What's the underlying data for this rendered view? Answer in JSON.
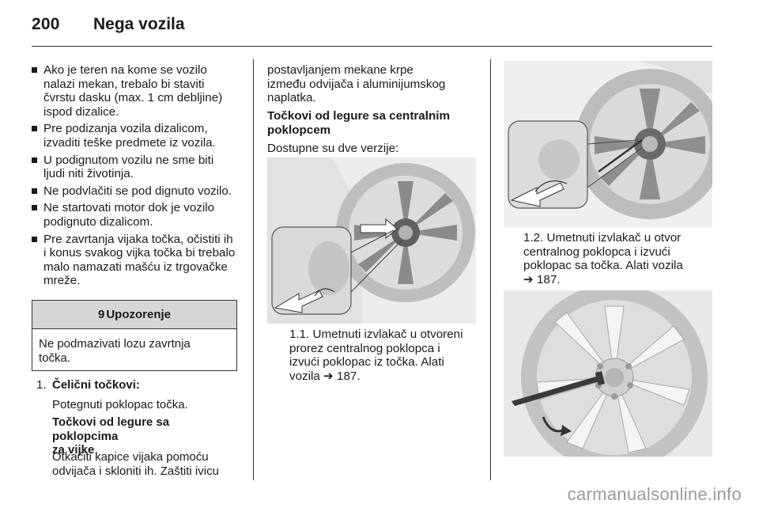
{
  "header": {
    "page_number": "200",
    "title": "Nega vozila"
  },
  "left": {
    "bullets": [
      [
        "Ako je teren na kome se vozilo",
        "nalazi mekan, trebalo bi staviti",
        "čvrstu dasku (max. 1 cm debljine)",
        "ispod dizalice."
      ],
      [
        "Pre podizanja vozila dizalicom,",
        "izvaditi teške predmete iz vozila."
      ],
      [
        "U podignutom vozilu ne sme biti",
        "ljudi niti životinja."
      ],
      [
        "Ne podvlačiti se pod dignuto vozilo."
      ],
      [
        "Ne startovati motor dok je vozilo",
        "podignuto dizalicom."
      ],
      [
        "Pre zavrtanja vijaka točka, očistiti ih",
        "i konus svakog vijka točka bi trebalo",
        "malo namazati mašću iz trgovačke",
        "mreže."
      ]
    ],
    "warning": {
      "icon": "9",
      "title": "Upozorenje",
      "lines": [
        "Ne podmazivati lozu zavrtnja",
        "točka."
      ]
    },
    "step1": {
      "number": "1.",
      "title": "Čelični točkovi:",
      "text": "Potegnuti poklopac točka.",
      "subtitle_lines": [
        "Točkovi od legure sa poklopcima",
        "za vijke"
      ],
      "body_lines": [
        "Otkačiti kapice vijaka pomoću",
        "odvijača i skloniti ih. Zaštiti ivicu"
      ]
    }
  },
  "middle": {
    "top_lines": [
      "postavljanjem mekane krpe",
      "između odvijača i aluminijumskog",
      "naplatka."
    ],
    "subtitle_lines": [
      "Točkovi od legure sa centralnim",
      "poklopcem"
    ],
    "intro": "Dostupne su dve verzije:",
    "caption_lines": [
      "1.1. Umetnuti izvlakač u otvoreni",
      "prorez centralnog poklopca i",
      "izvući poklopac iz točka. Alati",
      "vozila ➔ 187."
    ]
  },
  "right": {
    "caption_lines": [
      "1.2. Umetnuti izvlakač u otvor",
      "centralnog poklopca i izvući",
      "poklopac sa točka. Alati vozila",
      "➔ 187."
    ]
  },
  "watermark": "carmanualsonline.info"
}
